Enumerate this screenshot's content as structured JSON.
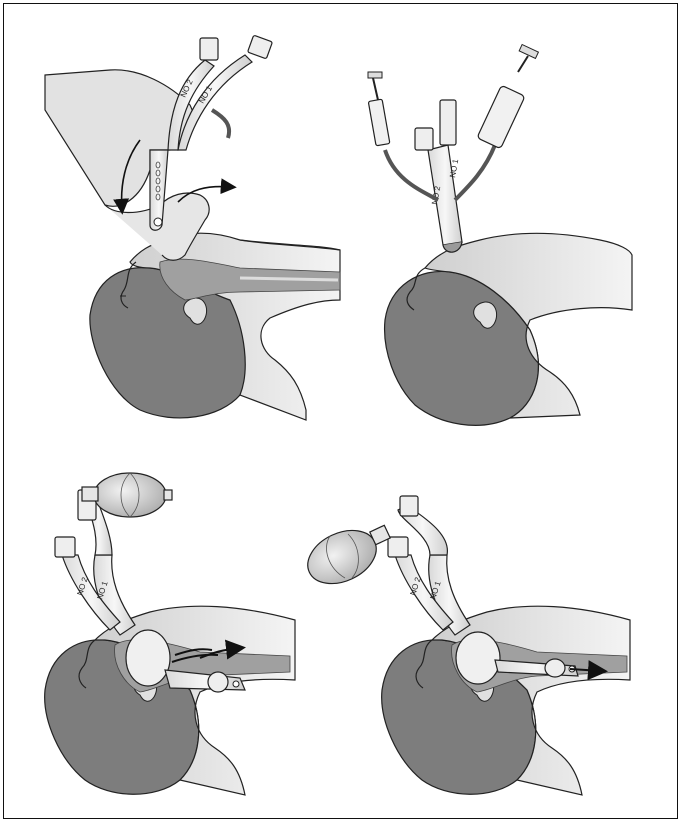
{
  "colors": {
    "head": "#7d7d7d",
    "face": "#d4d4d4",
    "airway": "#9a9a9a",
    "tube": "#e6e6e6",
    "bag": "#cfcfcf",
    "outline": "#222222",
    "background": "#ffffff"
  },
  "icons": [
    "arrow-icon",
    "hand-icon",
    "syringe-icon",
    "bag-icon"
  ],
  "panels": [
    {
      "tube_labels": [
        "NO 2",
        "NO 1"
      ]
    },
    {
      "tube_labels": [
        "NO 2",
        "NO 1"
      ]
    },
    {
      "tube_labels": [
        "NO 2",
        "NO 1"
      ]
    },
    {
      "tube_labels": [
        "NO 2",
        "NO 1"
      ]
    }
  ]
}
